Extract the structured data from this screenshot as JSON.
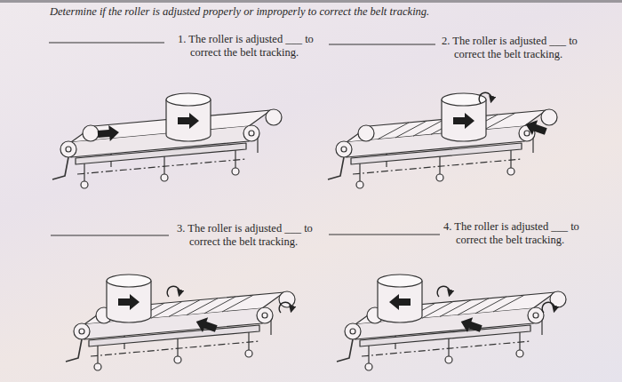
{
  "diagram": {
    "title": "Determine if the roller is adjusted properly or improperly to correct the belt tracking.",
    "labels": [
      "1. The roller is adjusted ___ to correct the belt tracking.",
      "2. The roller is adjusted ___ to correct the belt tracking.",
      "3. The roller is adjusted ___ to correct the belt tracking.",
      "4. The roller is adjusted ___ to correct the belt tracking."
    ]
  }
}
